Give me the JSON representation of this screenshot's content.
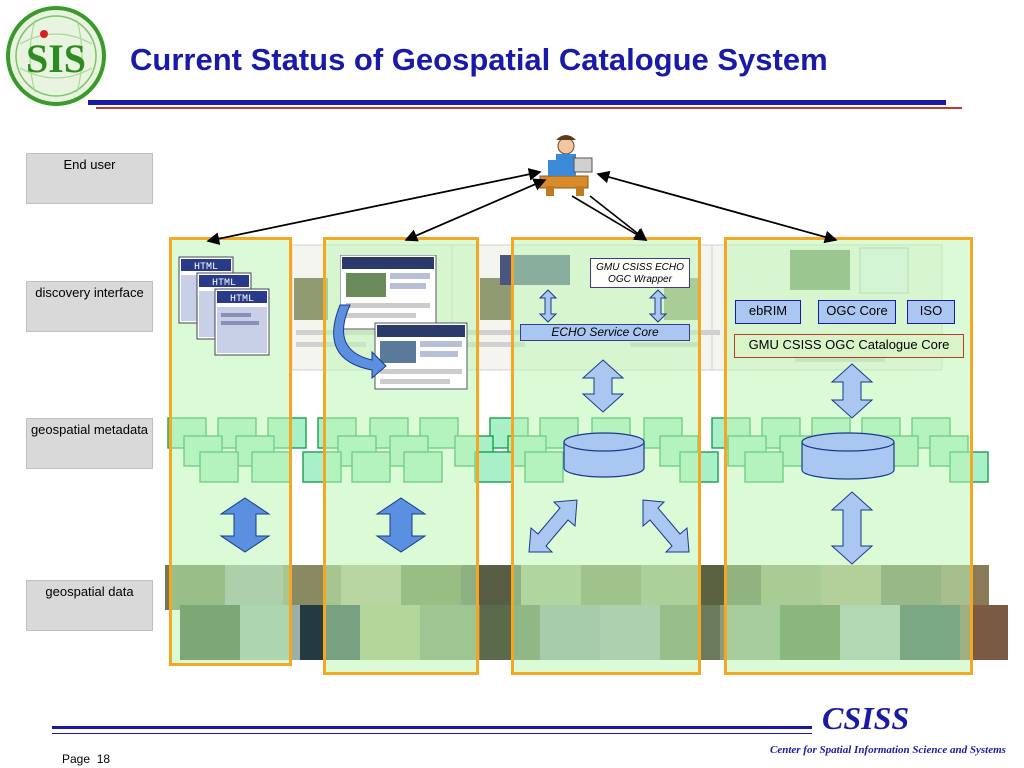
{
  "slide": {
    "title": "Current Status of Geospatial Catalogue System",
    "logo_text": "SIS",
    "page_label": "Page",
    "page_number": "18",
    "org_short": "CSISS",
    "org_full": "Center for Spatial Information Science and Systems"
  },
  "rows": [
    {
      "label": "End user"
    },
    {
      "label": "discovery interface"
    },
    {
      "label": "geospatial metadata"
    },
    {
      "label": "geospatial data"
    }
  ],
  "html_icon_text": "HTML",
  "boxes": {
    "echo_wrapper": "GMU CSISS ECHO OGC Wrapper",
    "echo_service_core": "ECHO Service Core",
    "ebrim": "ebRIM",
    "ogc_core": "OGC Core",
    "iso": "ISO",
    "catalogue_core": "GMU CSISS OGC Catalogue Core"
  },
  "colors": {
    "title": "#1a1aa8",
    "column_border": "#f5a623",
    "column_fill": "#bef5b4",
    "arrow_fill": "#a9c7f0",
    "arrow_dark": "#5b8fe0",
    "divider_blue": "#1a1aa8",
    "divider_red": "#c0392b"
  }
}
